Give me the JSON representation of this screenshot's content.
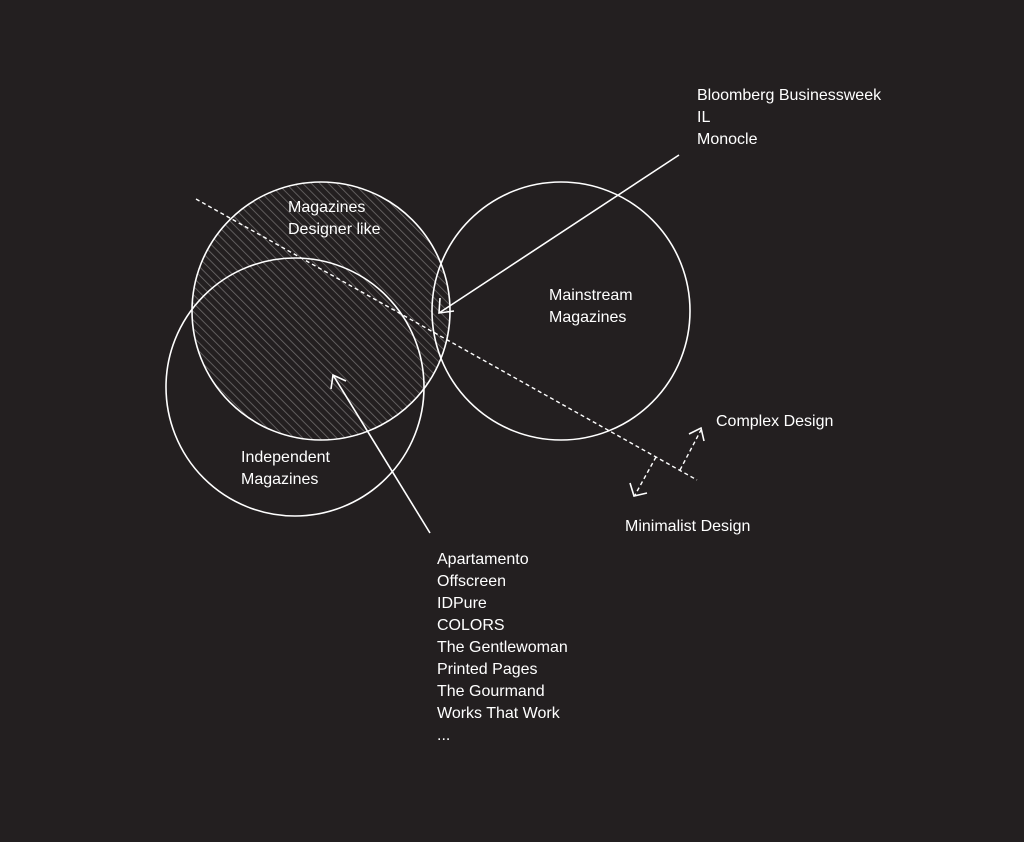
{
  "colors": {
    "background": "#231f20",
    "stroke": "#ffffff",
    "hatch": "#6e6b6b"
  },
  "circles": {
    "designer": [
      "Magazines",
      "Designer like"
    ],
    "mainstream": [
      "Mainstream",
      "Magazines"
    ],
    "independent": [
      "Independent",
      "Magazines"
    ]
  },
  "callouts": {
    "mainstream_examples": [
      "Bloomberg Businessweek",
      "IL",
      "Monocle"
    ],
    "designer_examples": [
      "Apartamento",
      "Offscreen",
      "IDPure",
      "COLORS",
      "The Gentlewoman",
      "Printed Pages",
      "The Gourmand",
      "Works That Work",
      "..."
    ]
  },
  "axis": {
    "complex": "Complex Design",
    "minimalist": "Minimalist Design"
  },
  "icons": {
    "arrow": "arrow-icon",
    "double_arrow": "double-arrow-icon"
  }
}
